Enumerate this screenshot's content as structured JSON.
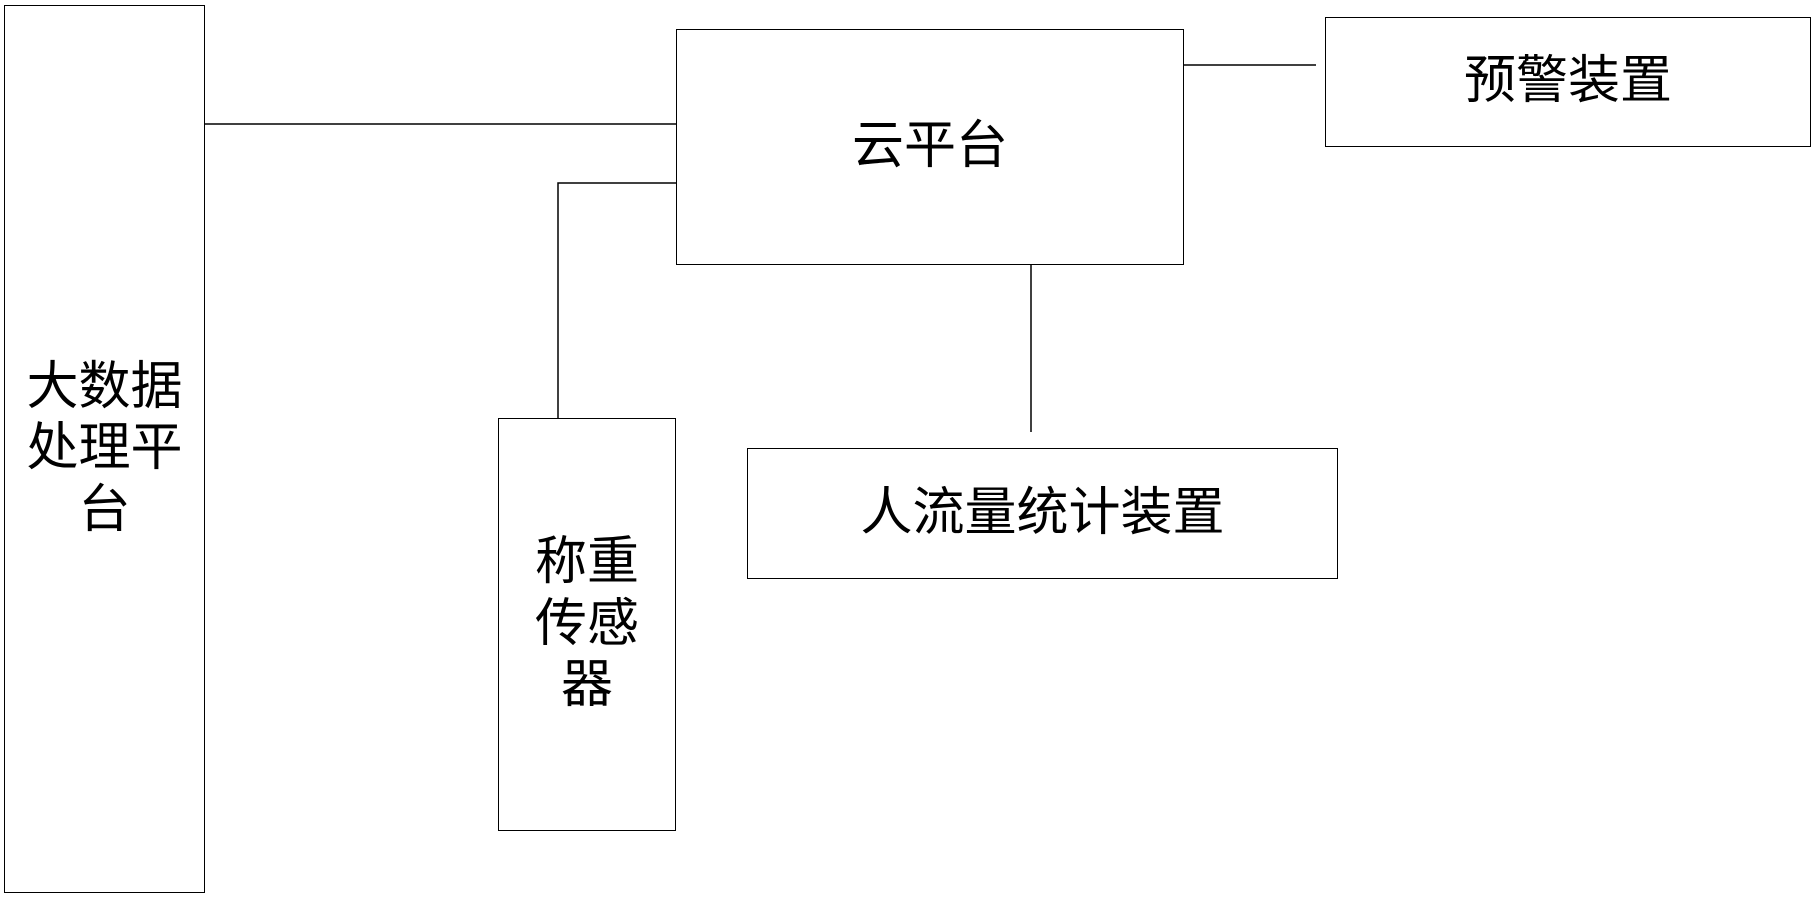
{
  "diagram": {
    "line_color": "#000000",
    "nodes": {
      "bigdata": {
        "lines": [
          "大数据",
          "处理平",
          "台"
        ]
      },
      "cloud": {
        "label": "云平台"
      },
      "alarm": {
        "label": "预警装置"
      },
      "weight": {
        "lines": [
          "称重",
          "传感",
          "器"
        ]
      },
      "people": {
        "label": "人流量统计装置"
      }
    },
    "connections": [
      {
        "from": "bigdata",
        "to": "cloud"
      },
      {
        "from": "weight",
        "to": "cloud"
      },
      {
        "from": "cloud",
        "to": "alarm"
      },
      {
        "from": "cloud",
        "to": "people"
      }
    ]
  }
}
